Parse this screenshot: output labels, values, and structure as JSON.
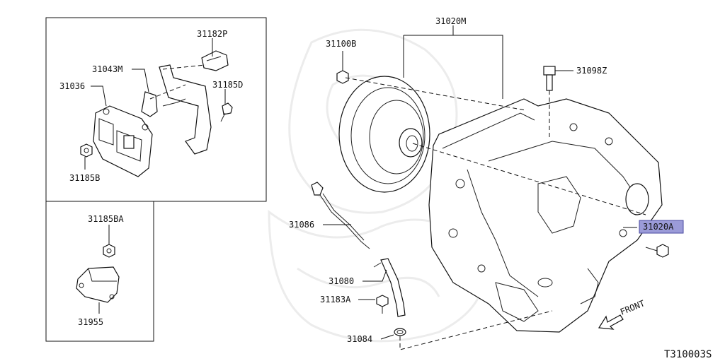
{
  "diagram": {
    "code": "T310003S",
    "front_label": "FRONT",
    "highlight_color": "#9b9bd8",
    "highlighted_part": "31020A",
    "parts": {
      "p31020M": "31020M",
      "p31100B": "31100B",
      "p31098Z": "31098Z",
      "p31182P": "31182P",
      "p31043M": "31043M",
      "p31036": "31036",
      "p31185D": "31185D",
      "p31185B": "31185B",
      "p31185BA": "31185BA",
      "p31955": "31955",
      "p31086": "31086",
      "p31080": "31080",
      "p31183A": "31183A",
      "p31084": "31084",
      "p31020A": "31020A"
    }
  }
}
